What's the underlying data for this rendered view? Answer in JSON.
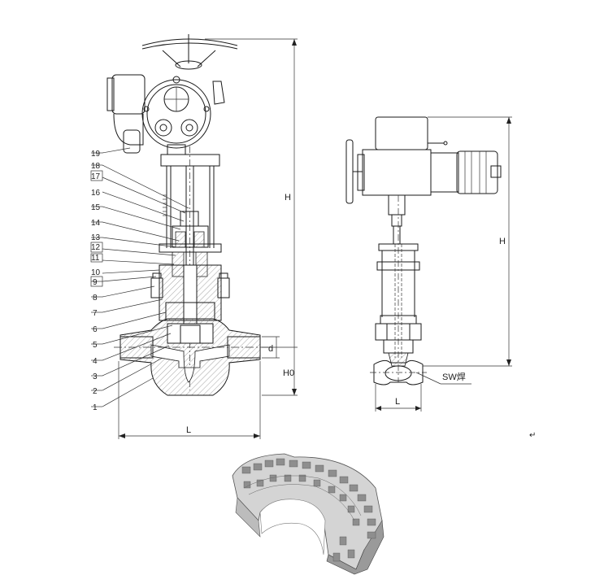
{
  "parts": [
    "1",
    "2",
    "3",
    "4",
    "5",
    "6",
    "7",
    "8",
    "9",
    "10",
    "11",
    "12",
    "13",
    "14",
    "15",
    "16",
    "17",
    "18",
    "19"
  ],
  "dimensions": {
    "height_main": "H",
    "height_side": "H",
    "height_offset": "H0",
    "bore": "d",
    "length_main": "L",
    "length_side": "L"
  },
  "weld_note": "SW焊",
  "return_mark": "↵"
}
